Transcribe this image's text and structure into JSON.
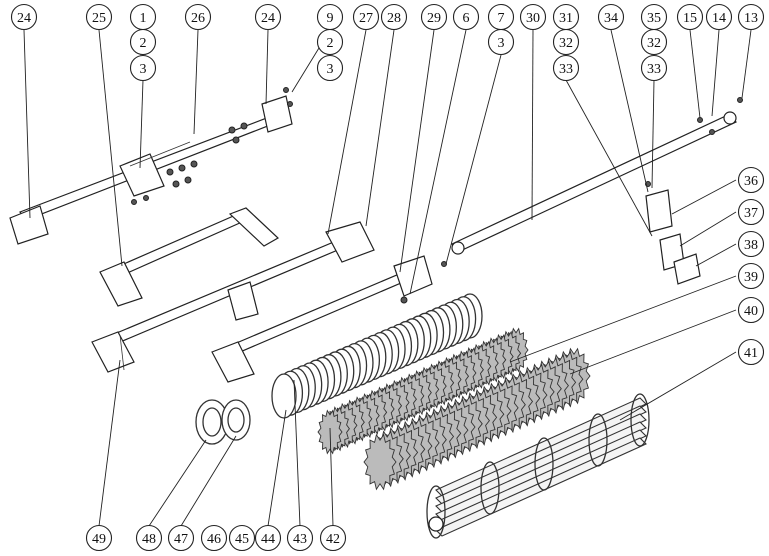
{
  "callouts": [
    {
      "label": "24"
    },
    {
      "label": "25"
    },
    {
      "label": "1"
    },
    {
      "label": "2"
    },
    {
      "label": "3"
    },
    {
      "label": "26"
    },
    {
      "label": "24"
    },
    {
      "label": "9"
    },
    {
      "label": "2"
    },
    {
      "label": "3"
    },
    {
      "label": "27"
    },
    {
      "label": "28"
    },
    {
      "label": "29"
    },
    {
      "label": "6"
    },
    {
      "label": "7"
    },
    {
      "label": "3"
    },
    {
      "label": "30"
    },
    {
      "label": "31"
    },
    {
      "label": "32"
    },
    {
      "label": "33"
    },
    {
      "label": "34"
    },
    {
      "label": "35"
    },
    {
      "label": "32"
    },
    {
      "label": "33"
    },
    {
      "label": "15"
    },
    {
      "label": "14"
    },
    {
      "label": "13"
    },
    {
      "label": "36"
    },
    {
      "label": "37"
    },
    {
      "label": "38"
    },
    {
      "label": "39"
    },
    {
      "label": "40"
    },
    {
      "label": "41"
    },
    {
      "label": "49"
    },
    {
      "label": "48"
    },
    {
      "label": "47"
    },
    {
      "label": "46"
    },
    {
      "label": "45"
    },
    {
      "label": "44"
    },
    {
      "label": "43"
    },
    {
      "label": "42"
    }
  ]
}
